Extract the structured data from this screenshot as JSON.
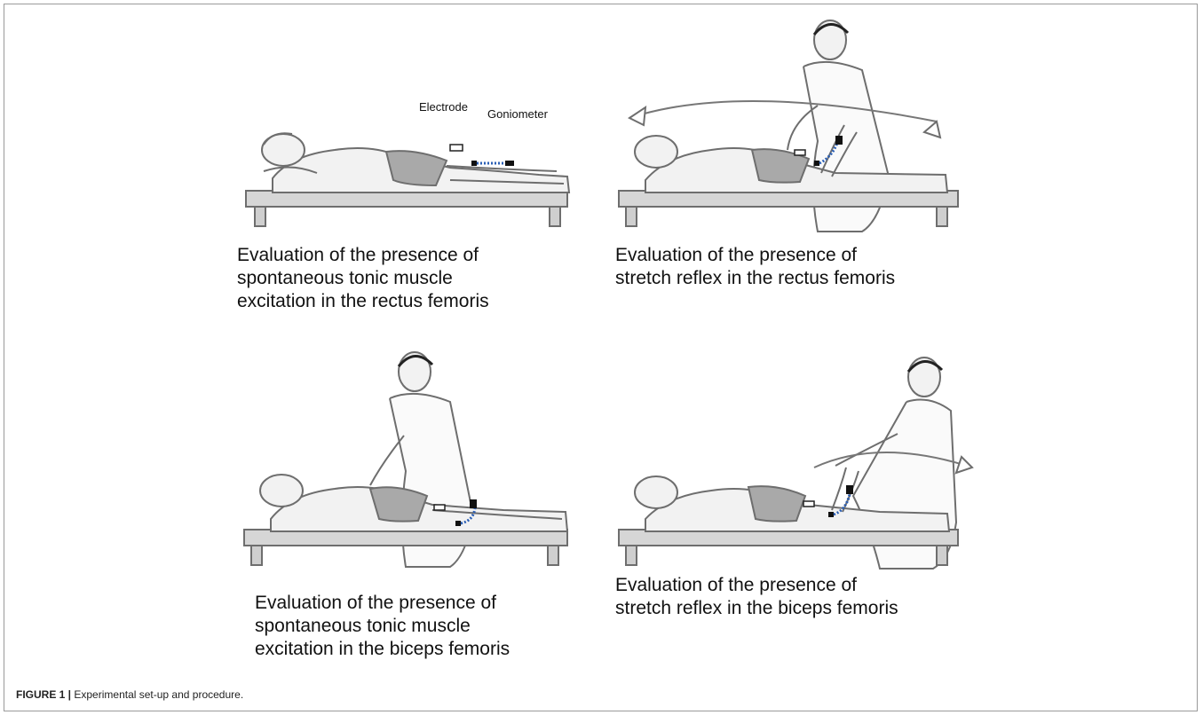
{
  "panels": [
    {
      "caption": [
        "Evaluation of the presence of",
        "spontaneous tonic muscle",
        "excitation in the rectus femoris"
      ],
      "labels": {
        "electrode": "Electrode",
        "goniometer": "Goniometer"
      }
    },
    {
      "caption": [
        "Evaluation of the presence of",
        "stretch reflex in the rectus femoris"
      ]
    },
    {
      "caption": [
        "Evaluation of the presence of",
        "spontaneous tonic muscle",
        "excitation in the biceps femoris"
      ]
    },
    {
      "caption": [
        "Evaluation of the presence of",
        "stretch reflex in the biceps femoris"
      ]
    }
  ],
  "figure_caption": {
    "label": "FIGURE 1 |",
    "text": " Experimental set-up and procedure."
  },
  "colors": {
    "line": "#6e6e6e",
    "skin": "#f2f2f2",
    "shorts": "#a9a9a9",
    "bed": "#cfcfcf",
    "sensor_dots": "#2b5fb5"
  }
}
